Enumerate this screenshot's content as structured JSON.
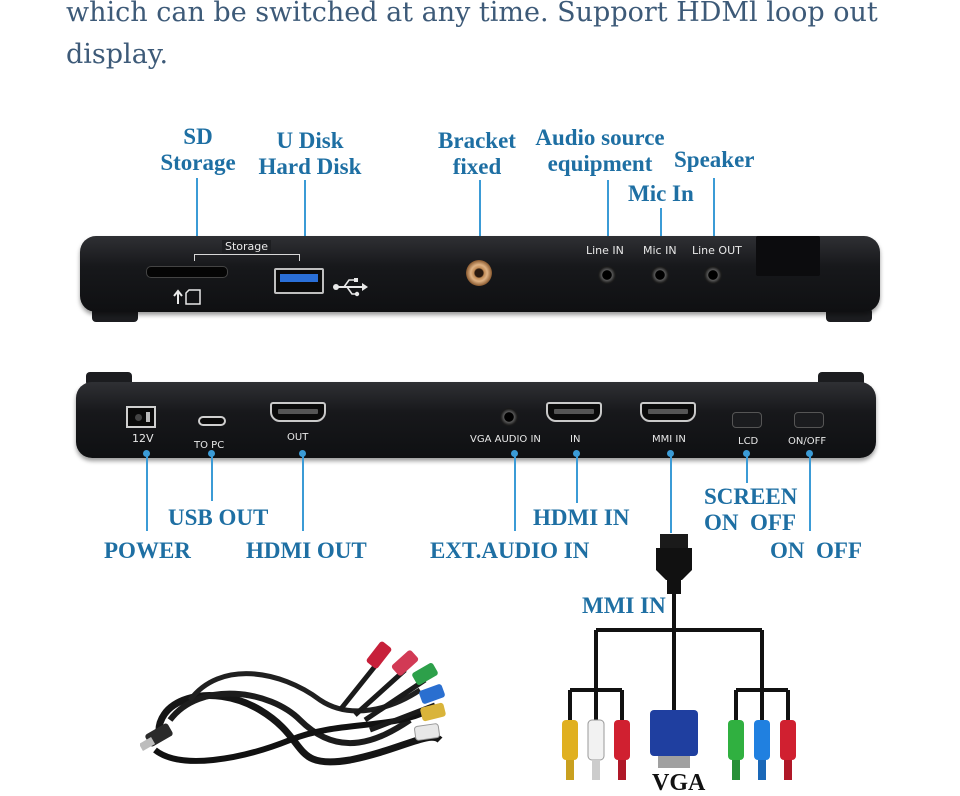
{
  "intro": {
    "text": "which can be switched at any time. Support HDMl loop out display."
  },
  "top_panel": {
    "labels": {
      "sd_storage": [
        "SD",
        "Storage"
      ],
      "usb_disk": [
        "U Disk",
        "Hard Disk"
      ],
      "bracket": [
        "Bracket",
        "fixed"
      ],
      "audio_source": [
        "Audio source",
        "equipment"
      ],
      "speaker": "Speaker",
      "mic_in": "Mic In"
    },
    "port_labels": {
      "storage": "Storage",
      "line_in": "Line IN",
      "mic_in": "Mic IN",
      "line_out": "Line OUT"
    }
  },
  "bottom_panel": {
    "port_labels": {
      "power": "12V",
      "to_pc": "TO PC",
      "hdmi_out": "OUT",
      "vga_audio_in": "VGA AUDIO IN",
      "hdmi_in": "IN",
      "mmi_in": "MMI IN",
      "lcd": "LCD",
      "on_off": "ON/OFF"
    },
    "labels": {
      "power": "POWER",
      "usb_out": "USB OUT",
      "hdmi_out": "HDMI OUT",
      "ext_audio_in": "EXT.AUDIO IN",
      "hdmi_in": "HDMI IN",
      "screen": [
        "SCREEN",
        "ON  OFF"
      ],
      "on_off": "ON  OFF",
      "mmi_in": "MMI IN"
    }
  },
  "cable_diagram": {
    "vga_label": "VGA"
  },
  "colors": {
    "label_blue": "#1e6fa3",
    "leader_blue": "#3b9bd6",
    "intro_text": "#3d5a78",
    "device_body": "#17181b"
  }
}
